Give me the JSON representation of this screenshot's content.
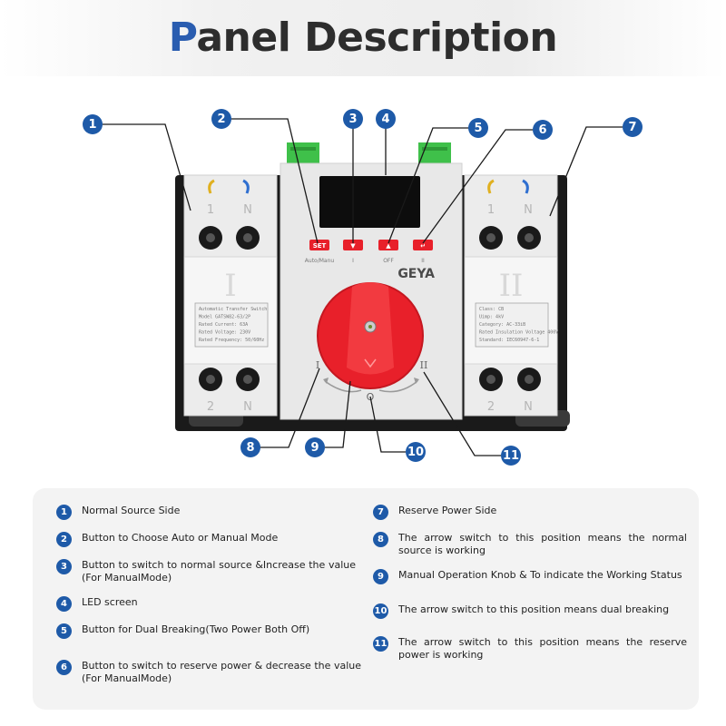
{
  "title": {
    "first_letter": "P",
    "rest": "anel Description"
  },
  "device": {
    "brand": "GEYA",
    "buttons": [
      {
        "key": "set",
        "label": "SET",
        "caption": "Auto/Manu"
      },
      {
        "key": "down",
        "label": "▼",
        "caption": "I"
      },
      {
        "key": "up",
        "label": "▲",
        "caption": "OFF"
      },
      {
        "key": "enter",
        "label": "↵",
        "caption": "II"
      }
    ],
    "left_module": {
      "terminal_top_1": "1",
      "terminal_top_n": "N",
      "terminal_bottom_2": "2",
      "terminal_bottom_n": "N",
      "roman": "I",
      "label_lines": [
        "Automatic Transfer Switch",
        "Model GATSW82-63/2P",
        "Rated Current: 63A",
        "Rated Voltage: 230V",
        "Rated Frequency: 50/60Hz"
      ]
    },
    "right_module": {
      "terminal_top_1": "1",
      "terminal_top_n": "N",
      "terminal_bottom_2": "2",
      "terminal_bottom_n": "N",
      "roman": "II",
      "label_lines": [
        "Class: CB",
        "Uimp: 4kV",
        "Category: AC-33iB",
        "Rated Insulation Voltage 400V",
        "Standard: IEC60947-6-1"
      ]
    },
    "knob_positions": {
      "left": "I",
      "center": "O",
      "right": "II"
    }
  },
  "callouts": [
    "1",
    "2",
    "3",
    "4",
    "5",
    "6",
    "7",
    "8",
    "9",
    "10",
    "11"
  ],
  "descriptions": [
    {
      "num": "1",
      "text": "Normal Source Side"
    },
    {
      "num": "2",
      "text": "Button to Choose Auto or Manual Mode"
    },
    {
      "num": "3",
      "text": "Button to switch to normal source &Increase the value (For ManualMode)"
    },
    {
      "num": "4",
      "text": "LED screen"
    },
    {
      "num": "5",
      "text": "Button for Dual Breaking(Two Power Both Off)"
    },
    {
      "num": "6",
      "text": "Button to switch to reserve power & decrease the value (For ManualMode)"
    },
    {
      "num": "7",
      "text": "Reserve Power Side"
    },
    {
      "num": "8",
      "text": "The arrow switch to this position means the normal source is working"
    },
    {
      "num": "9",
      "text": "Manual Operation Knob & To indicate the Working Status"
    },
    {
      "num": "10",
      "text": "The arrow switch to this position means dual breaking"
    },
    {
      "num": "11",
      "text": "The arrow switch to this position means the reserve power is working"
    }
  ],
  "colors": {
    "accent": "#1e5aa8",
    "knob": "#e8202a",
    "green": "#3fc04a",
    "body": "#ececec",
    "frame": "#1a1a1a"
  }
}
